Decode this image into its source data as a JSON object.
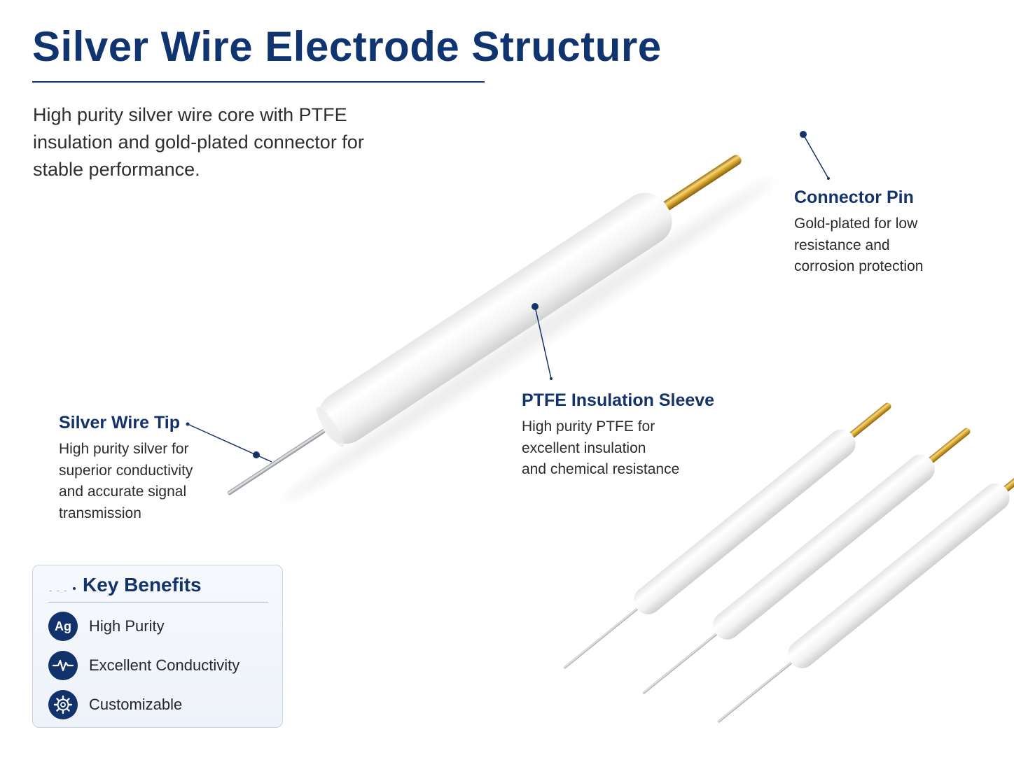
{
  "header": {
    "title": "Silver Wire Electrode Structure",
    "subtitle": "High purity silver wire core with PTFE insulation and gold-plated connector for stable performance."
  },
  "callouts": {
    "connector": {
      "title": "Connector Pin",
      "lines": [
        "Gold-plated for low",
        "resistance and",
        "corrosion protection"
      ]
    },
    "sleeve": {
      "title": "PTFE Insulation Sleeve",
      "lines": [
        "High purity PTFE for",
        "excellent insulation",
        "and chemical resistance"
      ]
    },
    "tip": {
      "title": "Silver Wire Tip",
      "lines": [
        "High purity silver for",
        "superior conductivity",
        "and accurate signal",
        "transmission"
      ]
    }
  },
  "benefits": {
    "heading": "Key Benefits",
    "items": [
      {
        "icon": "silver-element-icon",
        "badge": "Ag",
        "label": "High Purity"
      },
      {
        "icon": "pulse-wave-icon",
        "label": "Excellent Conductivity"
      },
      {
        "icon": "gear-icon",
        "label": "Customizable"
      }
    ]
  },
  "colors": {
    "navy": "#0f3470",
    "gold": "#d4a52a",
    "ptfe_white": "#f7f7f7",
    "silver": "#b4b8bd"
  }
}
